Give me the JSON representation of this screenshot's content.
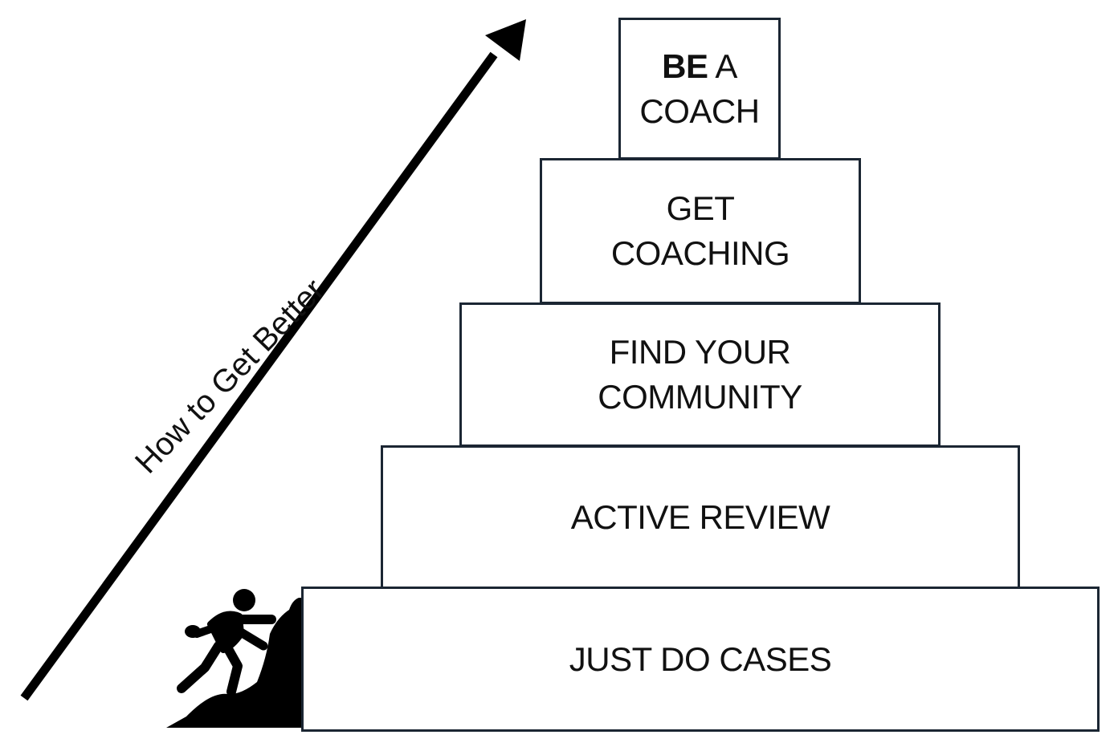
{
  "arrow": {
    "label": "How to Get Better",
    "icon": "arrow-up-right-icon"
  },
  "climber": {
    "icon": "person-climbing-icon"
  },
  "steps": [
    {
      "level": 1,
      "lines": [
        "JUST DO CASES"
      ]
    },
    {
      "level": 2,
      "lines": [
        "ACTIVE REVIEW"
      ]
    },
    {
      "level": 3,
      "lines": [
        "FIND YOUR",
        "COMMUNITY"
      ]
    },
    {
      "level": 4,
      "lines": [
        "GET",
        "COACHING"
      ]
    },
    {
      "level": 5,
      "bold": "BE",
      "rest": " A",
      "line2": "COACH"
    }
  ],
  "colors": {
    "border": "#1b2633",
    "text": "#111111"
  }
}
